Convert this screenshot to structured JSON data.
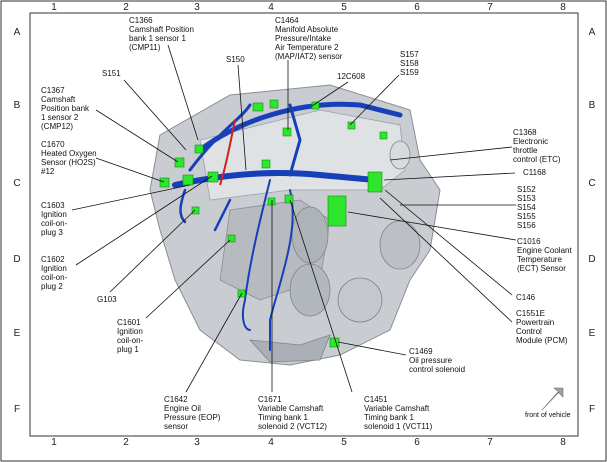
{
  "grid": {
    "columns": [
      "1",
      "2",
      "3",
      "4",
      "5",
      "6",
      "7",
      "8"
    ],
    "rows": [
      "A",
      "B",
      "C",
      "D",
      "E",
      "F"
    ]
  },
  "callouts": [
    {
      "id": "c1366",
      "lines": [
        "C1366",
        "Camshaft Position",
        "bank 1 sensor 1",
        "(CMP11)"
      ]
    },
    {
      "id": "c1464",
      "lines": [
        "C1464",
        "Manifold Absolute",
        "Pressure/Intake",
        "Air Temperature 2",
        "(MAP/IAT2) sensor"
      ]
    },
    {
      "id": "s157",
      "lines": [
        "S157",
        "S158",
        "S159"
      ]
    },
    {
      "id": "s151",
      "lines": [
        "S151"
      ]
    },
    {
      "id": "s150",
      "lines": [
        "S150"
      ]
    },
    {
      "id": "c12c608",
      "lines": [
        "12C608"
      ]
    },
    {
      "id": "c1367",
      "lines": [
        "C1367",
        "Camshaft",
        "Position bank",
        "1 sensor 2",
        "(CMP12)"
      ]
    },
    {
      "id": "c1670",
      "lines": [
        "C1670",
        "Heated Oxygen",
        "Sensor (HO2S)",
        "#12"
      ]
    },
    {
      "id": "c1368",
      "lines": [
        "C1368",
        "Electronic",
        "throttle",
        "control (ETC)"
      ]
    },
    {
      "id": "c1168",
      "lines": [
        "C1168"
      ]
    },
    {
      "id": "s152",
      "lines": [
        "S152",
        "S153",
        "S154",
        "S155",
        "S156"
      ]
    },
    {
      "id": "c1603",
      "lines": [
        "C1603",
        "Ignition",
        "coil-on-",
        "plug 3"
      ]
    },
    {
      "id": "c1016",
      "lines": [
        "C1016",
        "Engine Coolant",
        "Temperature",
        "(ECT) Sensor"
      ]
    },
    {
      "id": "c1602",
      "lines": [
        "C1602",
        "Ignition",
        "coil-on-",
        "plug 2"
      ]
    },
    {
      "id": "g103",
      "lines": [
        "G103"
      ]
    },
    {
      "id": "c146",
      "lines": [
        "C146"
      ]
    },
    {
      "id": "c1601",
      "lines": [
        "C1601",
        "Ignition",
        "coil-on-",
        "plug 1"
      ]
    },
    {
      "id": "c1551e",
      "lines": [
        "C1551E",
        "Powertrain",
        "Control",
        "Module (PCM)"
      ]
    },
    {
      "id": "c1469",
      "lines": [
        "C1469",
        "Oil pressure",
        "control solenoid"
      ]
    },
    {
      "id": "c1642",
      "lines": [
        "C1642",
        "Engine Oil",
        "Pressure (EOP)",
        "sensor"
      ]
    },
    {
      "id": "c1671",
      "lines": [
        "C1671",
        "Variable Camshaft",
        "Timing bank 1",
        "solenoid 2 (VCT12)"
      ]
    },
    {
      "id": "c1451",
      "lines": [
        "C1451",
        "Variable Camshaft",
        "Timing bank 1",
        "solenoid 1 (VCT11)"
      ]
    }
  ],
  "orientation": {
    "label": "front of vehicle",
    "icon": "arrow-icon"
  },
  "colors": {
    "harness": "#1740b8",
    "connector": "#2ee62e",
    "engine": "#c9ccd0",
    "engine_dark": "#8a8f95",
    "wire_red": "#d22020"
  }
}
